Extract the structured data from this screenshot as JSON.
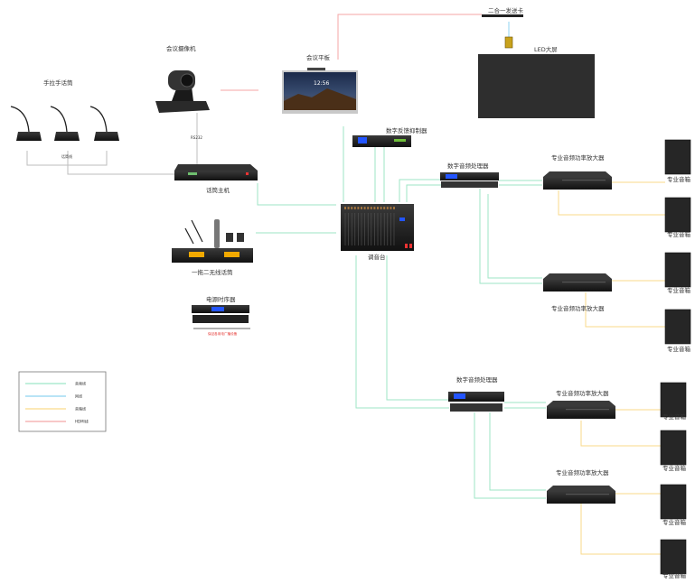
{
  "title": "会议室音视频系统拓扑图",
  "colors": {
    "audio": "#9ee6c6",
    "network": "#8fd3f0",
    "speaker": "#f9d98a",
    "hdmi": "#f4a6a6",
    "control": "#bdbdbd",
    "device": "#1e1e1e",
    "red_note": "#e53935"
  },
  "devices": {
    "handheld_mics": {
      "label": "手拉手话筒",
      "cable_label": "话筒线"
    },
    "camera": {
      "label": "会议摄像机",
      "cable_label": "RS232"
    },
    "mic_host": {
      "label": "话筒主机"
    },
    "wireless_mic": {
      "label": "一拖二无线话筒"
    },
    "power_sequencer": {
      "label": "电源时序器",
      "note": "保证各用电广播设备"
    },
    "tablet": {
      "label": "会议平板",
      "screen_time": "12:56"
    },
    "sender_card": {
      "label": "二合一发送卡"
    },
    "led_screen": {
      "label": "LED大屏"
    },
    "feedback_suppressor": {
      "label": "数字反馈抑制器"
    },
    "mixer": {
      "label": "调音台"
    },
    "processor_1": {
      "label": "数字音频处理器"
    },
    "processor_2": {
      "label": "数字音频处理器"
    },
    "amp_1": {
      "label": "专业音频功率放大器"
    },
    "amp_2": {
      "label": "专业音频功率放大器"
    },
    "amp_3": {
      "label": "专业音频功率放大器"
    },
    "amp_4": {
      "label": "专业音频功率放大器"
    },
    "speakers": [
      {
        "label": "专业音箱"
      },
      {
        "label": "专业音箱"
      },
      {
        "label": "专业音箱"
      },
      {
        "label": "专业音箱"
      },
      {
        "label": "专业音箱"
      },
      {
        "label": "专业音箱"
      },
      {
        "label": "专业音箱"
      },
      {
        "label": "专业音箱"
      }
    ]
  },
  "legend": [
    {
      "label": "音频线",
      "color_key": "audio"
    },
    {
      "label": "网线",
      "color_key": "network"
    },
    {
      "label": "音箱线",
      "color_key": "speaker"
    },
    {
      "label": "HDMI线",
      "color_key": "hdmi"
    }
  ]
}
